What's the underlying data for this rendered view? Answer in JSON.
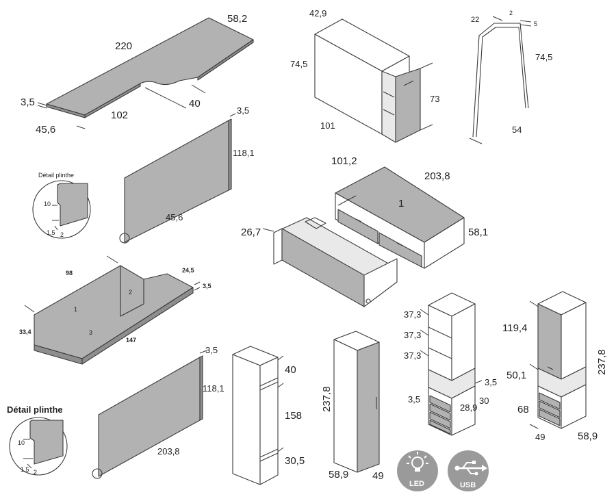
{
  "colors": {
    "panel": "#b2b2b2",
    "panel_dark": "#8e8e8e",
    "line": "#3a3a3a",
    "badge": "#9a9a9a"
  },
  "desk": {
    "length": "220",
    "depth_right": "58,2",
    "thickness": "3,5",
    "width_left": "45,6",
    "cutout_length": "102",
    "cutout_depth": "40"
  },
  "caisson": {
    "depth": "42,9",
    "height": "74,5",
    "width": "101",
    "drawer_height": "73"
  },
  "frame": {
    "top_a": "22",
    "top_b": "2",
    "top_c": "5",
    "height": "74,5",
    "depth": "54"
  },
  "side_panel": {
    "thickness": "3,5",
    "height": "118,1",
    "width": "45,6"
  },
  "plinth_small": {
    "title": "Détail plinthe",
    "h": "10",
    "a": "1,5",
    "b": "2"
  },
  "bed": {
    "width": "101,2",
    "length": "203,8",
    "label": "1",
    "height": "58,1",
    "drawer": "26,7"
  },
  "corner_shelf": {
    "width": "98",
    "return": "24,5",
    "thickness": "3,5",
    "height": "33,4",
    "length": "147",
    "p1": "1",
    "p2": "2",
    "p3": "3"
  },
  "back_panel": {
    "thickness": "3,5",
    "height": "118,1",
    "width": "203,8"
  },
  "plinth_large": {
    "title": "Détail plinthe",
    "h": "10",
    "a": "1,5",
    "b": "2"
  },
  "open_column": {
    "top": "40",
    "middle": "158",
    "bottom": "30,5"
  },
  "wardrobe": {
    "height": "237,8",
    "width": "58,9",
    "depth": "49"
  },
  "shelf_tower": {
    "s1": "37,3",
    "s2": "37,3",
    "s3": "37,3",
    "t1": "3,5",
    "t2": "3,5",
    "depth": "28,9",
    "width": "30"
  },
  "tall_cabinet": {
    "top": "119,4",
    "niche": "50,1",
    "bottom": "68",
    "total": "237,8",
    "depth": "49",
    "width": "58,9"
  },
  "badges": {
    "led_label": "LED",
    "usb_label": "USB",
    "led_icon": "bulb-icon",
    "usb_icon": "usb-icon"
  }
}
